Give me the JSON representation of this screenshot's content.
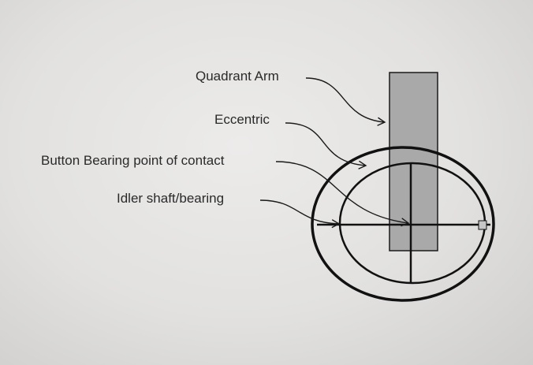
{
  "labels": {
    "quadrant_arm": "Quadrant Arm",
    "eccentric": "Eccentric",
    "button_bearing": "Button Bearing point of contact",
    "idler_shaft": "Idler shaft/bearing"
  },
  "colors": {
    "line": "#111111",
    "arm_fill": "#a9a9a9",
    "text": "#2a2a2a"
  }
}
